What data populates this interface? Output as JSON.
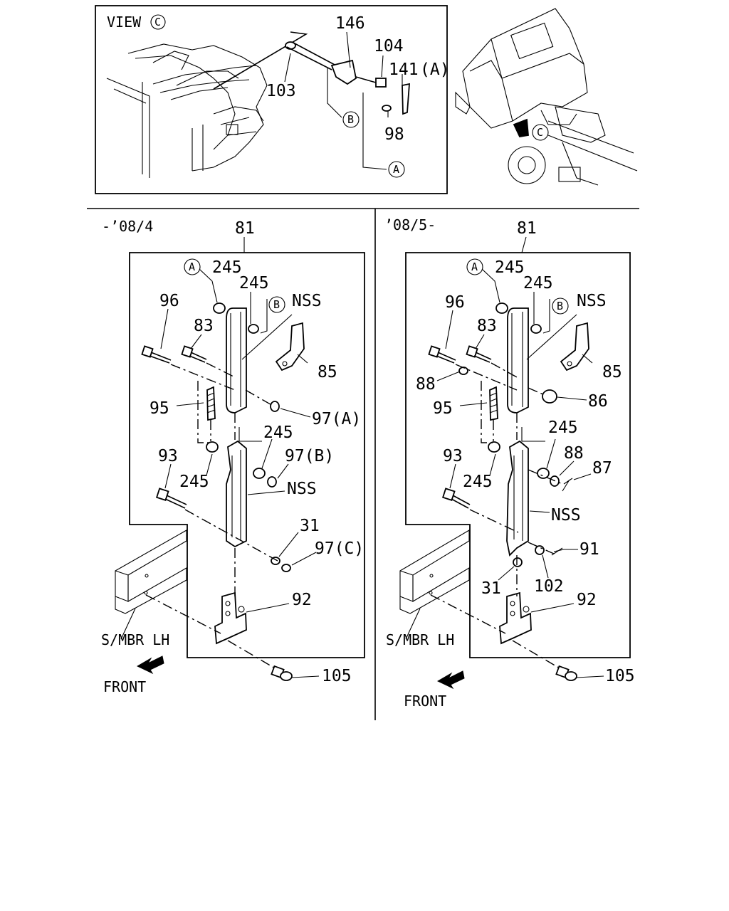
{
  "view": {
    "label": "VIEW",
    "circle": "C"
  },
  "callouts": {
    "a": "A",
    "b": "B",
    "c": "C",
    "p146": "146",
    "p104": "104",
    "p141": "141",
    "p141_suffix": "(A)",
    "p103": "103",
    "p98": "98"
  },
  "left": {
    "period": "-’08/4",
    "p81": "81",
    "p245": "245",
    "p96": "96",
    "p83": "83",
    "nss": "NSS",
    "p85": "85",
    "p95": "95",
    "p97a": "97(A)",
    "p93": "93",
    "p97b": "97(B)",
    "p31": "31",
    "p97c": "97(C)",
    "p92": "92",
    "p105": "105",
    "member": "S/MBR LH",
    "front": "FRONT"
  },
  "right": {
    "period": "’08/5-",
    "p81": "81",
    "p245": "245",
    "p96": "96",
    "p83": "83",
    "nss": "NSS",
    "p85": "85",
    "p88": "88",
    "p86": "86",
    "p95": "95",
    "p93": "93",
    "p87": "87",
    "p91": "91",
    "p31": "31",
    "p102": "102",
    "p92": "92",
    "p105": "105",
    "member": "S/MBR LH",
    "front": "FRONT"
  }
}
